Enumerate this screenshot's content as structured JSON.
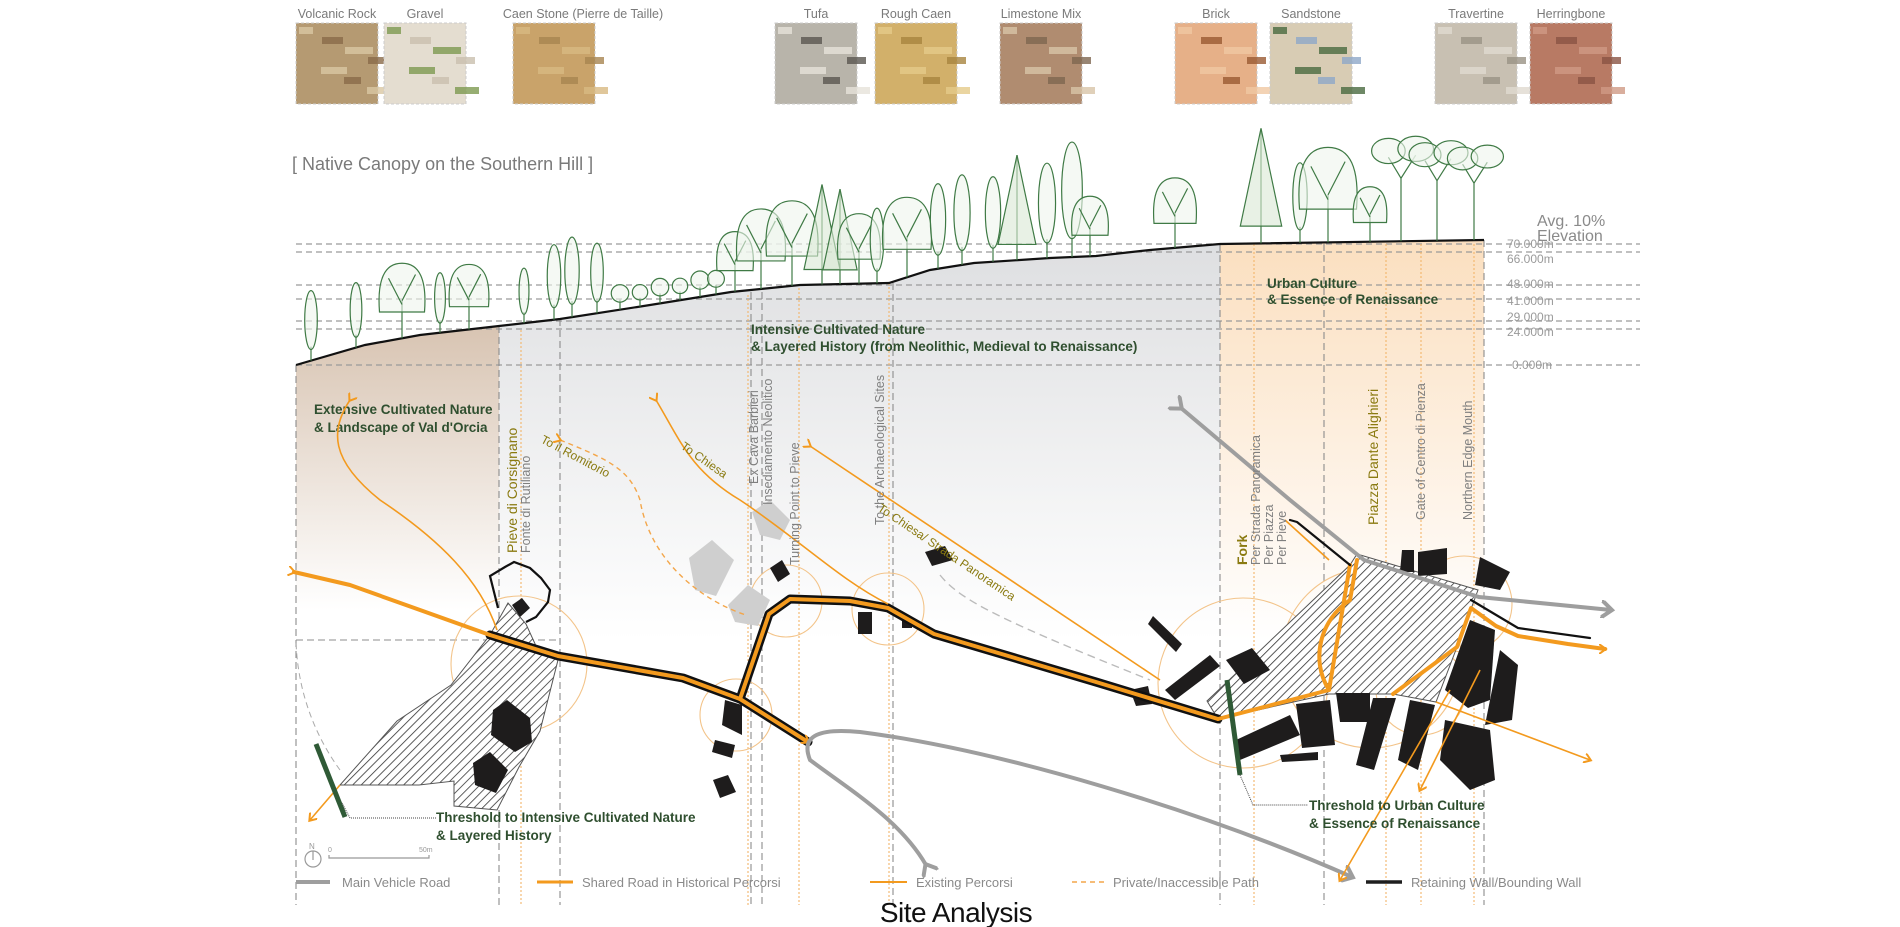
{
  "materials": [
    {
      "label": "Volcanic Rock"
    },
    {
      "label": "Gravel"
    },
    {
      "label": "Caen Stone (Pierre de Taille)"
    },
    {
      "label": "Tufa"
    },
    {
      "label": "Rough Caen"
    },
    {
      "label": "Limestone Mix"
    },
    {
      "label": "Brick"
    },
    {
      "label": "Sandstone"
    },
    {
      "label": "Travertine"
    },
    {
      "label": "Herringbone"
    }
  ],
  "section": {
    "title": "[ Native Canopy on the Southern Hill ]",
    "elevation_note": [
      "Avg. 10%",
      "Elevation"
    ],
    "elevations": [
      "70.000m",
      "66.000m",
      "48.000m",
      "41.000m",
      "29.000m",
      "24.000m",
      "0.000m"
    ],
    "regions": {
      "extensive": [
        "Extensive Cultivated Nature",
        "& Landscape of Val d'Orcia"
      ],
      "intensive": [
        "Intensive Cultivated Nature",
        "& Layered History (from Neolithic, Medieval to Renaissance)"
      ],
      "urban": [
        "Urban Culture",
        "& Essence of Renaissance"
      ]
    }
  },
  "map": {
    "points": {
      "pieve": "Pieve di Corsignano",
      "fonte": "Fonte di Rutiliano",
      "ex_cava": "Ex Cava Barbieri",
      "insediamento": "Insediamento Neolitico",
      "turning": "Turning Point to Pieve",
      "archaeological": "To the Archaeological Sites",
      "fork": "Fork",
      "fork_1": "Per Strada Panoramica",
      "fork_2": "Per Piazza",
      "fork_3": "Per Pieve",
      "piazza": "Piazza Dante Alighieri",
      "gate": "Gate of Centro di Pienza",
      "northern": "Northern Edge Mouth"
    },
    "paths": {
      "romitorio": "To il Romitorio",
      "chiesa": "To Chiesa",
      "chiesa_panoramica": "To Chiesa/ Strada Panoramica"
    },
    "thresholds": {
      "intensive": [
        "Threshold to Intensive Cultivated Nature",
        "& Layered History"
      ],
      "urban": [
        "Threshold to Urban Culture",
        "& Essence of Renaissance"
      ]
    },
    "scale": {
      "north": "N",
      "start": "0",
      "end": "50m"
    }
  },
  "legend": [
    {
      "label": "Main Vehicle Road",
      "color": "#9e9e9e"
    },
    {
      "label": "Shared Road in Historical Percorsi",
      "color": "#f39a1e"
    },
    {
      "label": "Existing Percorsi",
      "color": "#f39a1e"
    },
    {
      "label": "Private/Inaccessible Path",
      "color": "#f3a64a"
    },
    {
      "label": "Retaining Wall/Bounding Wall",
      "color": "#1e1e1e"
    }
  ],
  "title": "Site Analysis"
}
